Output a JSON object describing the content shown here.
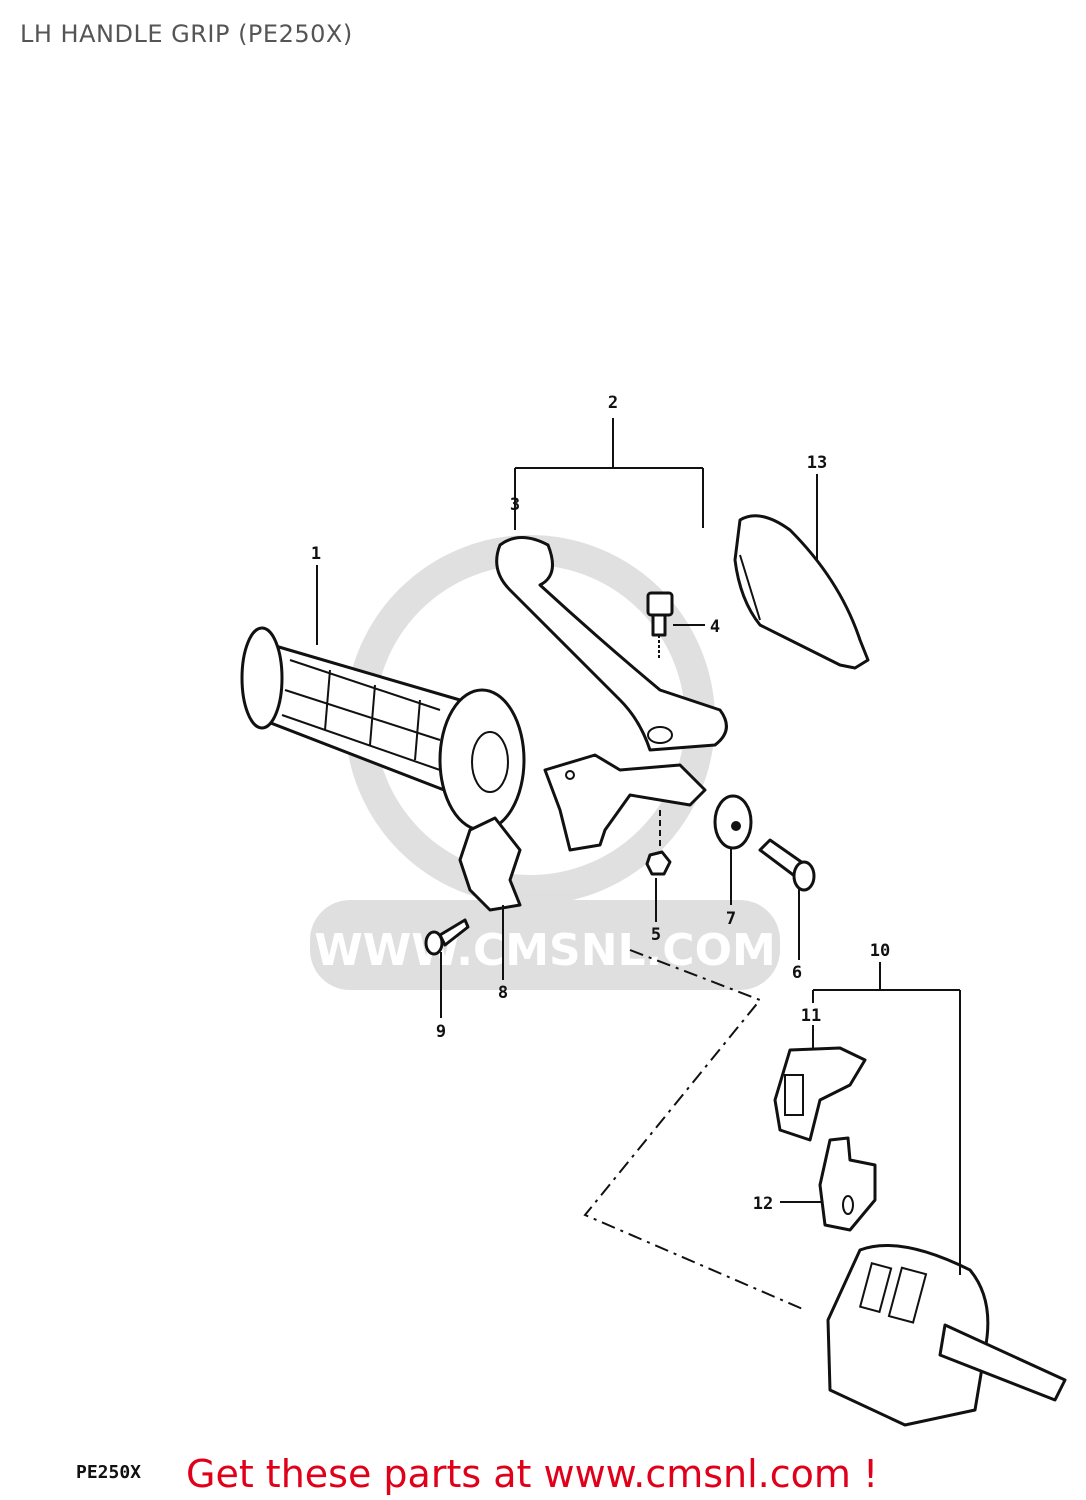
{
  "title": "LH HANDLE GRIP (PE250X)",
  "footer": {
    "model_code": "PE250X",
    "promo": "Get these parts at www.cmsnl.com !",
    "promo_color": "#e0001a"
  },
  "watermark": "WWW.CMSNL.COM",
  "callouts": [
    "1",
    "2",
    "3",
    "4",
    "5",
    "6",
    "7",
    "8",
    "9",
    "10",
    "11",
    "12",
    "13"
  ]
}
